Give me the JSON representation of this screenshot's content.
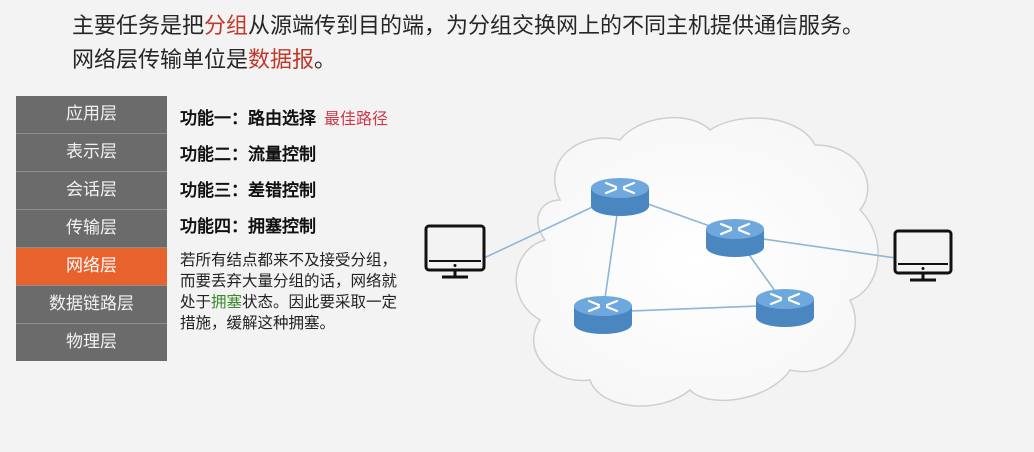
{
  "intro": {
    "line1_pre": "主要任务是把",
    "line1_hl": "分组",
    "line1_post": "从源端传到目的端，为分组交换网上的不同主机提供通信服务。",
    "line2_pre": "网络层传输单位是",
    "line2_hl": "数据报",
    "line2_post": "。"
  },
  "layers": [
    "应用层",
    "表示层",
    "会话层",
    "传输层",
    "网络层",
    "数据链路层",
    "物理层"
  ],
  "active_layer": "网络层",
  "functions": [
    {
      "label": "功能一：路由选择",
      "note": "最佳路径"
    },
    {
      "label": "功能二：流量控制",
      "note": ""
    },
    {
      "label": "功能三：差错控制",
      "note": ""
    },
    {
      "label": "功能四：拥塞控制",
      "note": ""
    }
  ],
  "description": {
    "part1": "若所有结点都来不及接受分组，而要丢弃大量分组的话，网络就处于",
    "highlight": "拥塞",
    "part2": "状态。因此要采取一定措施，缓解这种拥塞。"
  },
  "colors": {
    "accent_red": "#c0392b",
    "active_layer": "#e8622d",
    "router": "#5b9bd5",
    "highlight_green": "#3a8a2a"
  }
}
